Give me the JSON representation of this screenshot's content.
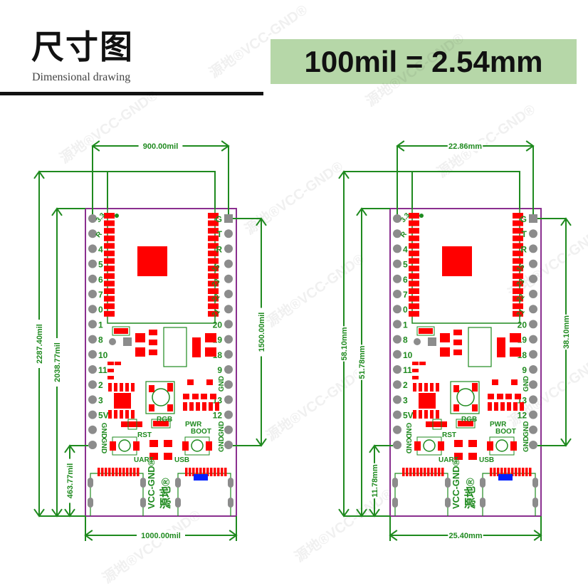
{
  "header": {
    "title": "尺寸图",
    "subtitle": "Dimensional drawing",
    "scale_note": "100mil = 2.54mm"
  },
  "watermark": "源地®VCC-GND®",
  "colors": {
    "dimension": "#1f8a1f",
    "board_outline": "#8a2f8f",
    "pad": "#ff0000",
    "pin": "#8c8c8c",
    "silk": "#1f8a1f",
    "led_blue": "#0020ff",
    "scale_bg": "#b6d7a8"
  },
  "board": {
    "pin_labels_left": [
      "3.3",
      "R",
      "4",
      "5",
      "6",
      "7",
      "0",
      "1",
      "8",
      "10",
      "11",
      "2",
      "3",
      "5V",
      "GND",
      "GND"
    ],
    "pin_labels_right": [
      "G",
      "T",
      "R",
      "15",
      "23",
      "22",
      "21",
      "20",
      "19",
      "18",
      "9",
      "GND",
      "13",
      "12",
      "GND",
      "GND"
    ],
    "labels": {
      "rgb": "RGB",
      "rst": "RST",
      "pwr": "PWR",
      "boot": "BOOT",
      "uart": "UART",
      "usb": "USB",
      "brand": "VCC-GND®",
      "brand_cn": "源地®"
    }
  },
  "drawings": [
    {
      "units": "mil",
      "pin_span_width": "900.00mil",
      "total_height": "2287.40mil",
      "board_height": "2038.77mil",
      "pin_row_length": "1500.00mil",
      "usb_offset": "463.77mil",
      "board_width": "1000.00mil"
    },
    {
      "units": "mm",
      "pin_span_width": "22.86mm",
      "total_height": "58.10mm",
      "board_height": "51.78mm",
      "pin_row_length": "38.10mm",
      "usb_offset": "11.78mm",
      "board_width": "25.40mm"
    }
  ]
}
